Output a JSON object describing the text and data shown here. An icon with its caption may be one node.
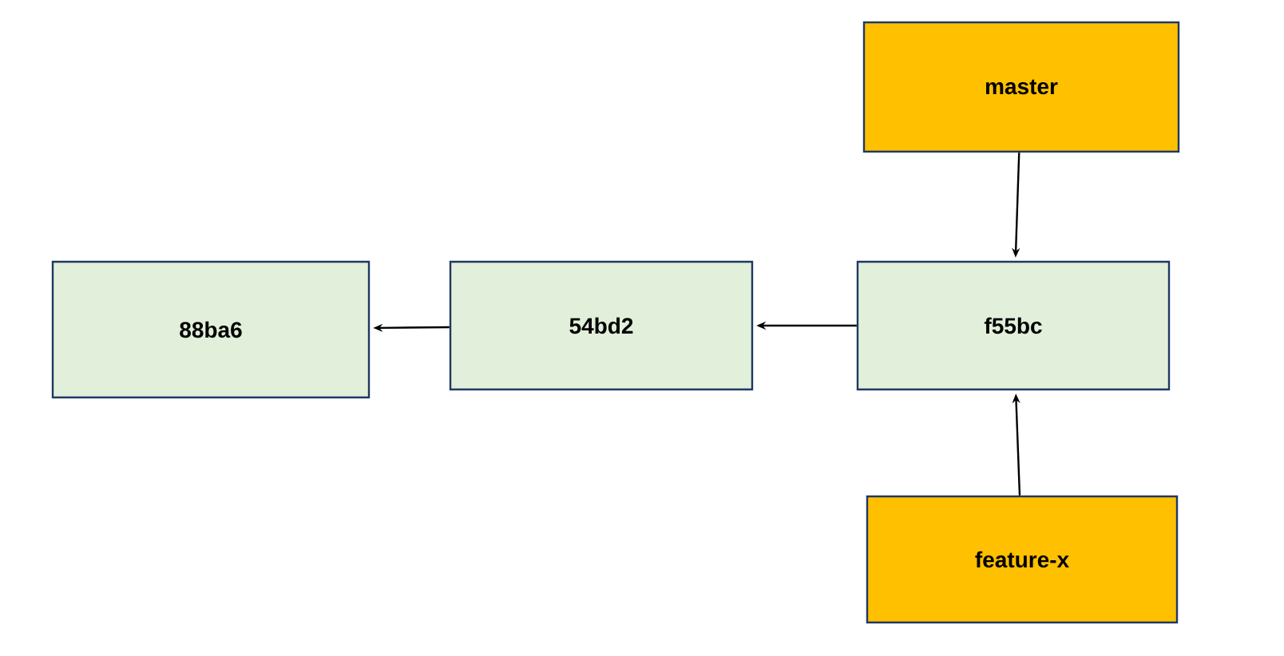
{
  "diagram": {
    "nodes": [
      {
        "text": [
          "master"
        ]
      },
      {
        "text": [
          "88ba6"
        ]
      },
      {
        "text": [
          "54bd2"
        ]
      },
      {
        "text": [
          "f55bc"
        ]
      },
      {
        "text": [
          "feature-x"
        ]
      }
    ],
    "edges": [
      {
        "from": 0,
        "to": 3,
        "arrow": "to"
      },
      {
        "from": 3,
        "to": 2,
        "arrow": "to"
      },
      {
        "from": 2,
        "to": 1,
        "arrow": "to"
      },
      {
        "from": 4,
        "to": 3,
        "arrow": "to"
      }
    ]
  }
}
